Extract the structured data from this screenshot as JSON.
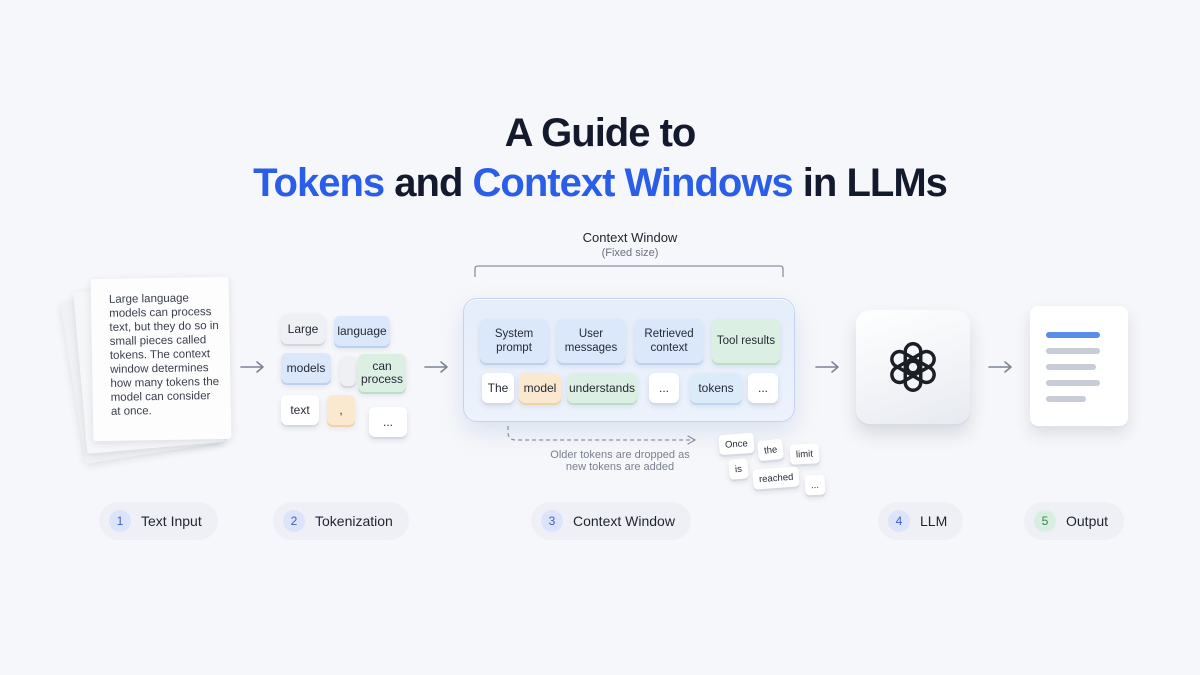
{
  "title": {
    "line1": "A Guide to",
    "accent1": "Tokens",
    "and": " and ",
    "accent2": "Context Windows",
    "tail": " in LLMs"
  },
  "text_input": {
    "paragraph": "Large language models can process text, but they do so in small pieces called tokens. The context window determines how many tokens the model can consider at once."
  },
  "tokenization": {
    "tokens": [
      "Large",
      "language",
      "models",
      "can process",
      "text",
      ",",
      "..."
    ]
  },
  "context_window": {
    "title": "Context Window",
    "subtitle": "(Fixed size)",
    "categories": [
      "System prompt",
      "User messages",
      "Retrieved context",
      "Tool results"
    ],
    "tokens": [
      "The",
      "model",
      "understands",
      "...",
      "tokens",
      "..."
    ],
    "drop_note": "Older tokens are dropped as new tokens are added",
    "dropped_tokens": [
      "Once",
      "the",
      "limit",
      "is",
      "reached",
      "..."
    ]
  },
  "steps": [
    {
      "num": "1",
      "label": "Text Input"
    },
    {
      "num": "2",
      "label": "Tokenization"
    },
    {
      "num": "3",
      "label": "Context Window"
    },
    {
      "num": "4",
      "label": "LLM"
    },
    {
      "num": "5",
      "label": "Output"
    }
  ],
  "icons": {
    "llm": "openai-logo-icon",
    "output": "document-lines-icon"
  },
  "colors": {
    "accent": "#2a5ee8",
    "title": "#141a2e",
    "output_highlight": "#5b8de8"
  }
}
